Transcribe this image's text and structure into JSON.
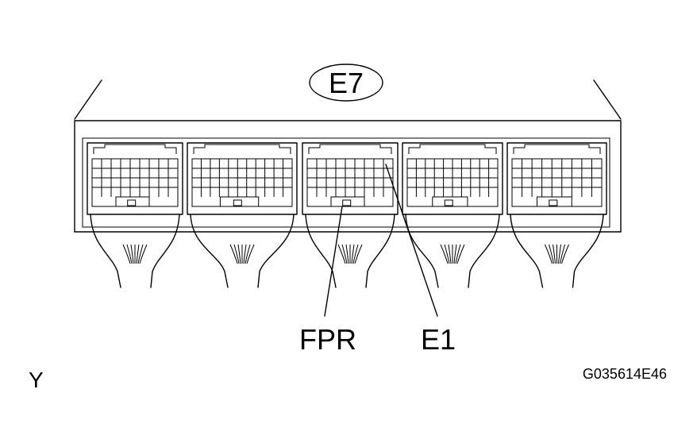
{
  "connector": {
    "label": "E7"
  },
  "callouts": [
    {
      "label": "FPR"
    },
    {
      "label": "E1"
    }
  ],
  "corner_letter": "Y",
  "figure_code": "G035614E46",
  "colors": {
    "ink": "#000000",
    "background": "#ffffff"
  }
}
